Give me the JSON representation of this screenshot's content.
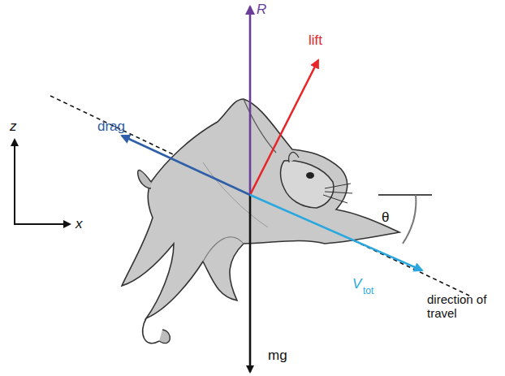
{
  "diagram": {
    "labels": [
      "R",
      "lift",
      "drag",
      "z",
      "x",
      "θ",
      "V",
      "tot",
      "direction of travel",
      "mg"
    ]
  }
}
